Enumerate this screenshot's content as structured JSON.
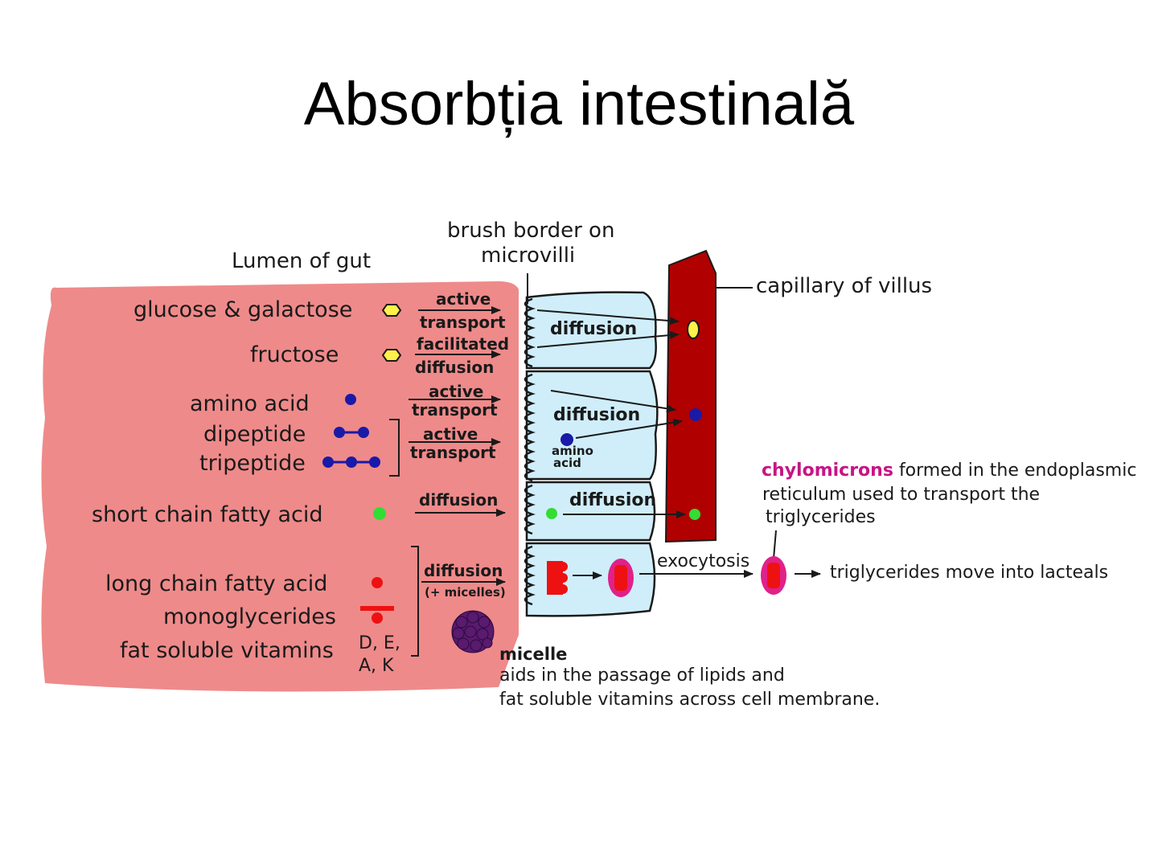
{
  "title": "Absorbția intestinală",
  "labels": {
    "brush_border_1": "brush border on",
    "brush_border_2": "microvilli",
    "lumen": "Lumen of gut",
    "capillary": "capillary of villus",
    "glucose": "glucose & galactose",
    "fructose": "fructose",
    "amino_acid": "amino acid",
    "dipeptide": "dipeptide",
    "tripeptide": "tripeptide",
    "scfa": "short chain fatty acid",
    "lcfa": "long chain fatty acid",
    "monoglycerides": "monoglycerides",
    "fat_vitamins": "fat soluble vitamins",
    "vitamins_1": "D, E,",
    "vitamins_2": "A, K"
  },
  "arrows": {
    "active": "active",
    "transport": "transport",
    "facilitated": "facilitated",
    "diffusion": "diffusion",
    "micelles": "(+ micelles)",
    "exocytosis": "exocytosis"
  },
  "cell": {
    "diffusion": "diffusion",
    "amino": "amino",
    "acid": "acid"
  },
  "chylomicrons": {
    "keyword": "chylomicrons",
    "line1_rest": "formed in the endoplasmic",
    "line2": "reticulum used to transport the",
    "line3": "triglycerides"
  },
  "lacteals": "triglycerides move into lacteals",
  "micelle": {
    "title": "micelle",
    "line1": "aids in the passage of lipids and",
    "line2": "fat soluble vitamins across cell membrane."
  },
  "colors": {
    "lumen": "#ef8a8a",
    "cell": "#cfeefa",
    "capillary": "#b10000",
    "glucose": "#fff04a",
    "amino": "#1a1aa8",
    "scfa": "#33dd33",
    "lipid": "#ee1111",
    "chylomicron": "#e0218a",
    "micelle": "#5a1a6e",
    "keyword": "#c71585"
  }
}
